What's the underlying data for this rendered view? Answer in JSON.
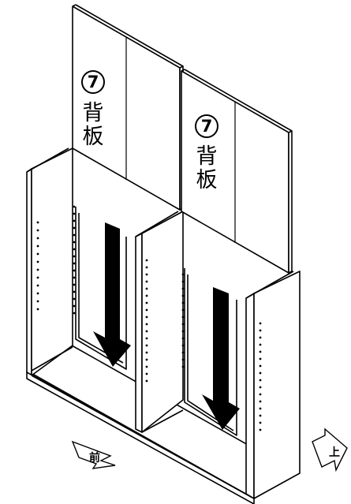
{
  "panels": [
    {
      "number": "7",
      "label_top": "背",
      "label_bottom": "板"
    },
    {
      "number": "7",
      "label_top": "背",
      "label_bottom": "板"
    }
  ],
  "directions": {
    "front": "前",
    "top": "上"
  }
}
